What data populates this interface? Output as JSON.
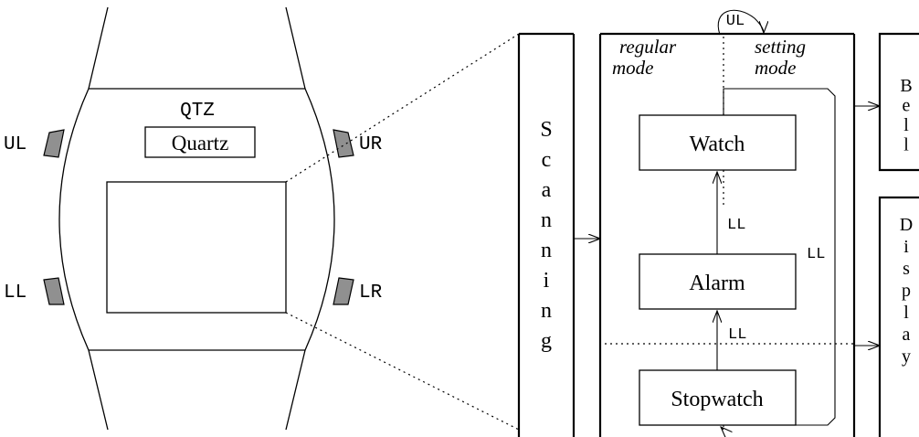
{
  "watch": {
    "brand": "QTZ",
    "model": "Quartz",
    "buttons": {
      "ul": "UL",
      "ur": "UR",
      "ll": "LL",
      "lr": "LR"
    }
  },
  "scanning": {
    "letters": [
      "S",
      "c",
      "a",
      "n",
      "n",
      "i",
      "n",
      "g"
    ]
  },
  "modes": {
    "regular_line1": "regular",
    "regular_line2": "mode",
    "setting_line1": "setting",
    "setting_line2": "mode",
    "ul_transition": "UL"
  },
  "states": {
    "watch": "Watch",
    "alarm": "Alarm",
    "stopwatch": "Stopwatch"
  },
  "transitions": {
    "alarm_to_watch": "LL",
    "stopwatch_to_alarm": "LL",
    "watch_loop": "LL"
  },
  "bell": {
    "letters": [
      "B",
      "e",
      "l",
      "l"
    ]
  },
  "display": {
    "letters": [
      "D",
      "i",
      "s",
      "p",
      "l",
      "a",
      "y"
    ]
  },
  "colors": {
    "button_fill": "#909090",
    "line": "#000000",
    "background": "#ffffff"
  }
}
